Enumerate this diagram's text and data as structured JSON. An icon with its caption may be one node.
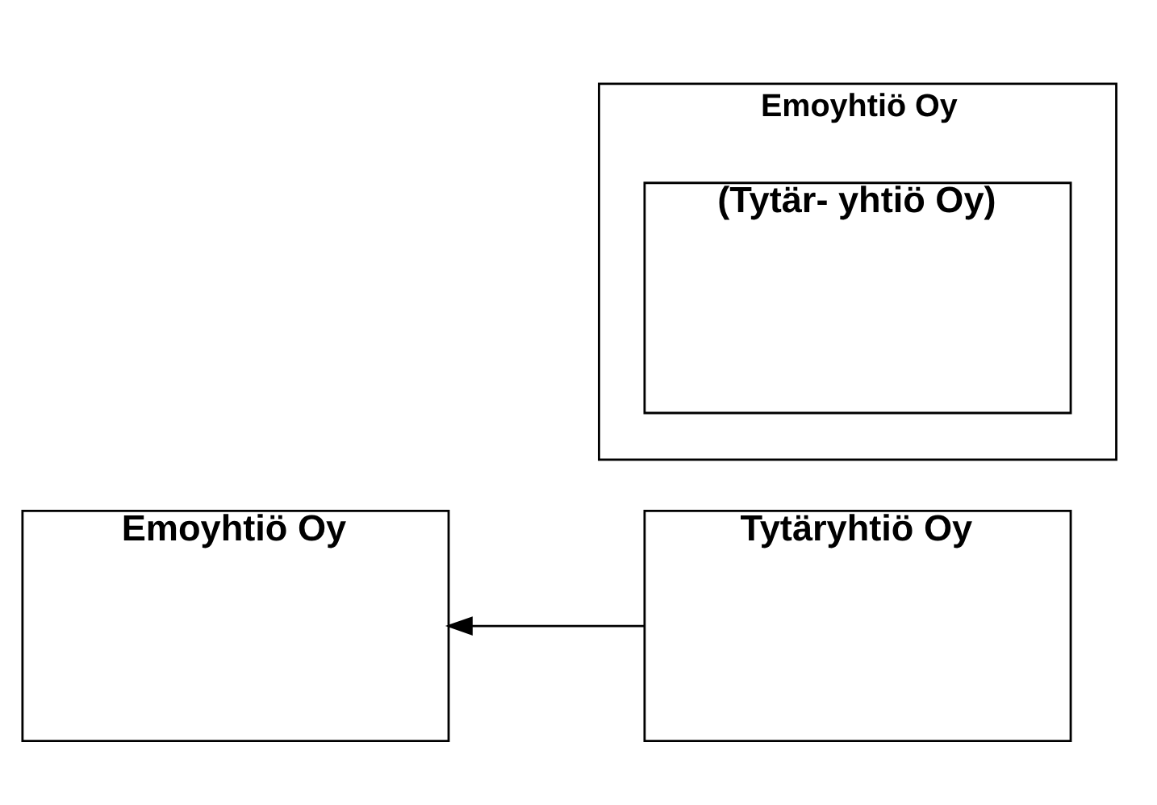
{
  "diagram": {
    "nodes": [
      {
        "text": [
          "Emoyhtiö Oy"
        ]
      },
      {
        "text": [
          "Tytäryhtiö Oy"
        ]
      },
      {
        "text": [
          "Emoyhtiö Oy"
        ]
      },
      {
        "text": [
          "(Tytär- yhtiö Oy)"
        ],
        "in": 2
      }
    ],
    "edges": [
      {
        "from": 1,
        "to": 0,
        "arrow": "to"
      }
    ]
  }
}
